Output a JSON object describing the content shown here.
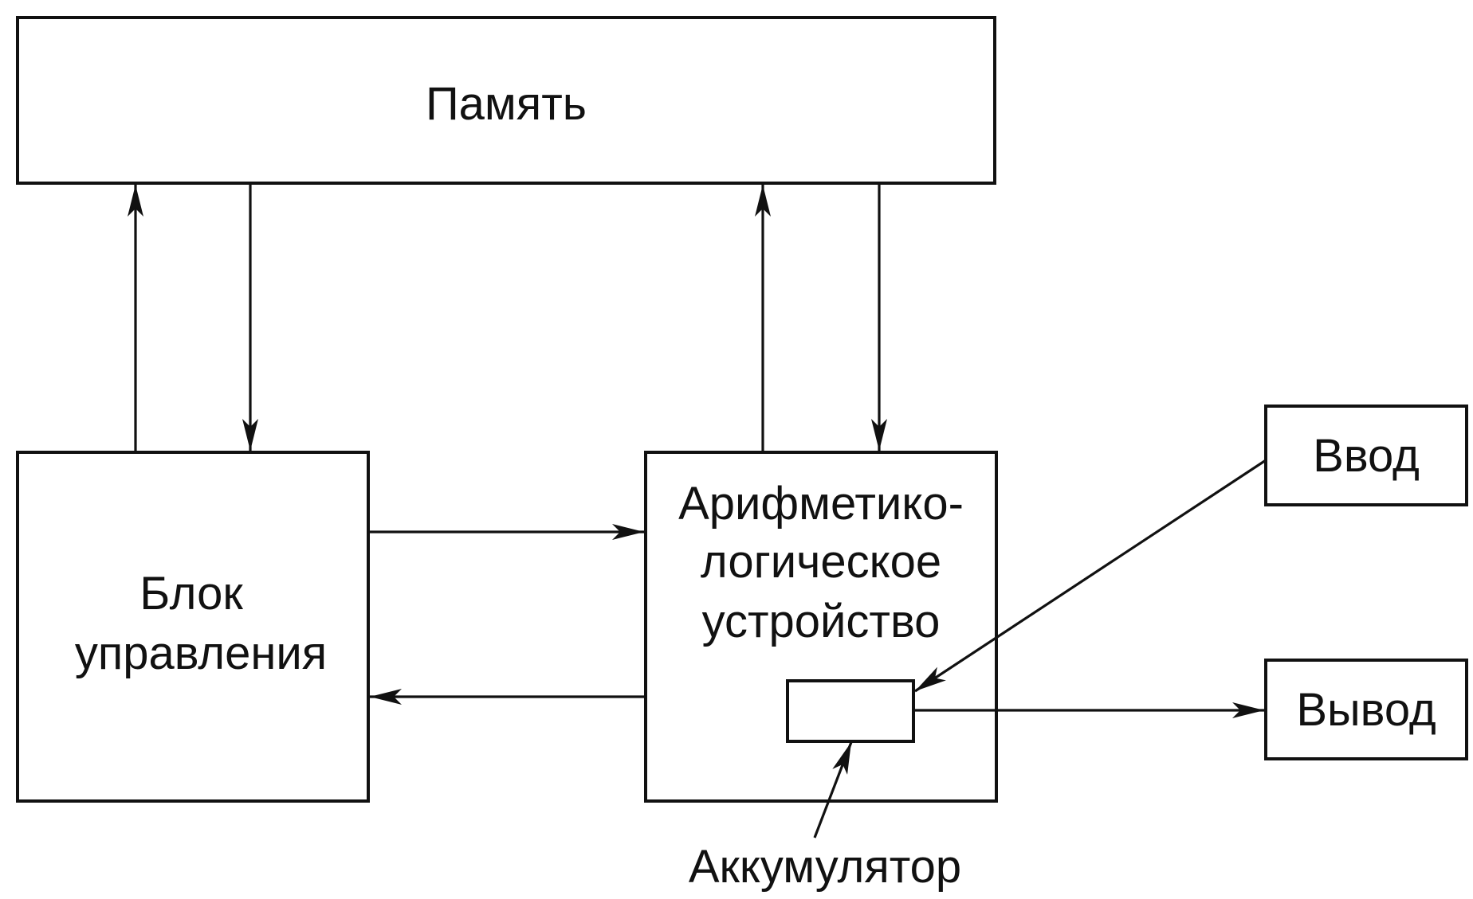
{
  "nodes": {
    "memory": {
      "label": "Память"
    },
    "control_unit": {
      "lines": [
        "Блок",
        "управления"
      ]
    },
    "alu": {
      "lines": [
        "Арифметико-",
        "логическое",
        "устройство"
      ]
    },
    "accumulator": {
      "label": ""
    },
    "input": {
      "label": "Ввод"
    },
    "output": {
      "label": "Вывод"
    },
    "accumulator_caption": {
      "label": "Аккумулятор"
    }
  },
  "edges": [
    {
      "from": "control_unit",
      "to": "memory"
    },
    {
      "from": "memory",
      "to": "control_unit"
    },
    {
      "from": "alu",
      "to": "memory"
    },
    {
      "from": "memory",
      "to": "alu"
    },
    {
      "from": "control_unit",
      "to": "alu"
    },
    {
      "from": "alu",
      "to": "control_unit"
    },
    {
      "from": "input",
      "to": "accumulator"
    },
    {
      "from": "accumulator",
      "to": "output"
    },
    {
      "from": "accumulator_caption",
      "to": "accumulator"
    }
  ],
  "colors": {
    "line": "#111111",
    "background": "#ffffff"
  }
}
